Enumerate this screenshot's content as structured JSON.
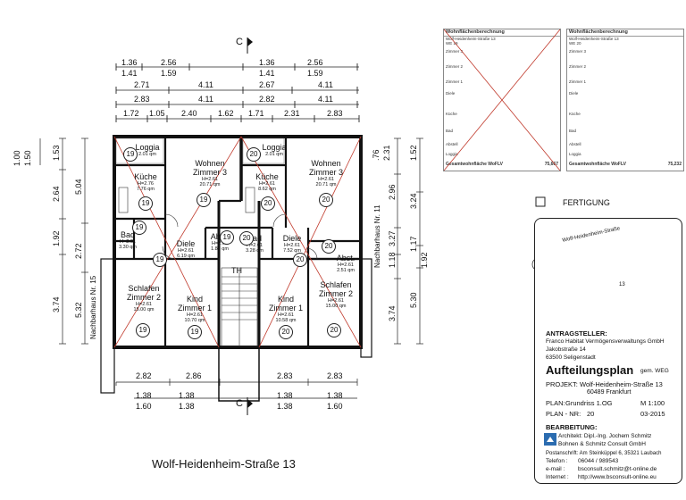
{
  "top_dims": {
    "row1": [
      "1.36",
      "2.56",
      "1.36",
      "2.56"
    ],
    "row2": [
      "1.41",
      "1.59",
      "1.41",
      "1.59"
    ],
    "row3": [
      "2.71",
      "4.11",
      "2.67",
      "4.11"
    ],
    "row4": [
      "2.83",
      "4.11",
      "2.82",
      "4.11"
    ],
    "row5": [
      "1.72",
      "1.05",
      "2.40",
      "1.62",
      "1.71",
      "2.31",
      "2.83"
    ]
  },
  "bottom_dims": {
    "row1": [
      "2.82",
      "2.86",
      "2.83",
      "2.83"
    ],
    "row2": [
      "1.38",
      "1.38",
      "1.38",
      "1.38"
    ],
    "row3": [
      "1.60",
      "1.38",
      "1.38",
      "1.60"
    ]
  },
  "left_dims": {
    "outer": [
      "1.00",
      "1.50"
    ],
    "a": [
      "1.53",
      "2.64",
      "1.92",
      "3.74"
    ],
    "b": [
      "5.04",
      "2.72",
      "5.32"
    ]
  },
  "right_dims": {
    "top": [
      ".76",
      "2.31"
    ],
    "a": [
      "1.52",
      "3.24",
      "1.17",
      "5.30"
    ],
    "b": [
      "2.96",
      "3.27",
      "1.18",
      "1.92",
      "3.74"
    ]
  },
  "section_mark": "C",
  "neighbour_left": "Nachbarhaus Nr. 15",
  "neighbour_right": "Nachbarhaus Nr. 11",
  "street": "Wolf-Heidenheim-Straße 13",
  "stair": "TH",
  "rooms": {
    "loggia_l": {
      "name": "Loggia",
      "area": "2.01 qm",
      "unit": "19"
    },
    "wohnen_l": {
      "name": "Wohnen",
      "name2": "Zimmer 3",
      "h": "H=2.61",
      "area": "20.71 qm",
      "unit": "19"
    },
    "kueche_l": {
      "name": "Küche",
      "h": "H=2.76",
      "area": "7.76 qm",
      "unit": "19"
    },
    "bad_l": {
      "name": "Bad",
      "h": "H=2.61",
      "area": "3.30 qm",
      "unit": "19"
    },
    "diele_l": {
      "name": "Diele",
      "h": "H=2.61",
      "area": "6.19 qm",
      "unit": "19"
    },
    "abst_l": {
      "name": "Abst.",
      "h": "H=2.61",
      "area": "1.83 qm",
      "unit": "19"
    },
    "schlafen_l": {
      "name": "Schlafen",
      "name2": "Zimmer 2",
      "h": "H=2.61",
      "area": "15.00 qm",
      "unit": "19"
    },
    "kind_l": {
      "name": "Kind",
      "name2": "Zimmer 1",
      "h": "H=2.61",
      "area": "10.70 qm",
      "unit": "19"
    },
    "loggia_r": {
      "name": "Loggia",
      "area": "2.01 qm",
      "unit": "20"
    },
    "wohnen_r": {
      "name": "Wohnen",
      "name2": "Zimmer 3",
      "h": "H=2.61",
      "area": "20.71 qm",
      "unit": "20"
    },
    "kueche_r": {
      "name": "Küche",
      "h": "H=2.61",
      "area": "8.62 qm",
      "unit": "20"
    },
    "bad_r": {
      "name": "Bad",
      "h": "H=2.61",
      "area": "3.28 qm",
      "unit": "20"
    },
    "diele_r": {
      "name": "Diele",
      "h": "H=2.61",
      "area": "7.52 qm",
      "unit": "20"
    },
    "abst_r": {
      "name": "Abst.",
      "h": "H=2.61",
      "area": "2.51 qm",
      "unit": "20"
    },
    "schlafen_r": {
      "name": "Schlafen",
      "name2": "Zimmer 2",
      "h": "H=2.61",
      "area": "15.00 qm",
      "unit": "20"
    },
    "kind_r": {
      "name": "Kind",
      "name2": "Zimmer 1",
      "h": "H=2.61",
      "area": "10.58 qm",
      "unit": "20"
    }
  },
  "calc_left": {
    "title": "Wohnflächenberechnung",
    "sub": "Wolf-Heidenheim-Straße 13",
    "unit": "WE 19",
    "rows": [
      "Zimmer 3",
      "Zimmer 2",
      "Zimmer 1",
      "Diele",
      "Küche",
      "Bad",
      "Abstell",
      "Loggia"
    ],
    "total_label": "Gesamtwohnfläche WoFLV",
    "total": "75,667"
  },
  "calc_right": {
    "title": "Wohnflächenberechnung",
    "sub": "Wolf-Heidenheim-Straße 13",
    "unit": "WE 20",
    "rows": [
      "Zimmer 3",
      "Zimmer 2",
      "Zimmer 1",
      "Diele",
      "Küche",
      "Bad",
      "Abstell",
      "Loggia"
    ],
    "total_label": "Gesamtwohnfläche WoFLV",
    "total": "75,232"
  },
  "fertigung": "FERTIGUNG",
  "map_street": "Wolf-Heidenheim-Straße",
  "map_number": "13",
  "applicant": {
    "label": "ANTRAGSTELLER:",
    "line1": "Franco Habitat Vermögensverwaltungs GmbH",
    "line2": "Jakobstraße 14",
    "line3": "63500 Seligenstadt"
  },
  "plan_title": "Aufteilungsplan",
  "plan_title_suffix": "gem. WEG",
  "project_label": "PROJEKT:",
  "project_line1": "Wolf-Heidenheim-Straße 13",
  "project_line2": "60489  Frankfurt",
  "plan_label": "PLAN:",
  "plan_value": "Grundriss 1.OG",
  "scale": "M 1:100",
  "plan_nr_label": "PLAN - NR:",
  "plan_nr": "20",
  "date": "03-2015",
  "bearbeitung": {
    "label": "BEARBEITUNG:",
    "architect": "Architekt:  Dipl.-Ing. Jochem Schmitz",
    "company": "Bohnen & Schmitz Consult GmbH",
    "postal": "Postanschrift: Am Steinküppel 6, 35321 Laubach",
    "phone_label": "Telefon :",
    "phone": "06044 / 989543",
    "email_label": "e-mail :",
    "email": "bsconsult.schmitz@t-online.de",
    "web_label": "Internet :",
    "web": "http://www.bsconsult-online.eu"
  }
}
